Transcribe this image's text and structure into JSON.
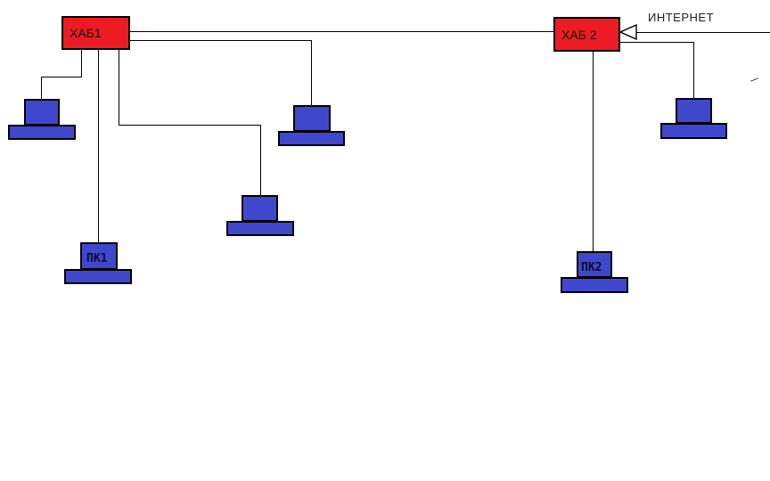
{
  "diagram": {
    "title_hint": "network-topology-drawing",
    "hub1": {
      "label": "ХАБ1"
    },
    "hub2": {
      "label": "ХАБ 2"
    },
    "internet": {
      "label": "ИНТЕРНЕТ"
    },
    "pc1": {
      "label": "ПК1"
    },
    "pc2": {
      "label": "ПК2"
    }
  },
  "colors": {
    "hub-fill": "#ED1C24",
    "computer-fill": "#3F48CC",
    "line-color": "#000000",
    "label-color": "#111111",
    "canvas-bg": "#FFFFFF"
  }
}
